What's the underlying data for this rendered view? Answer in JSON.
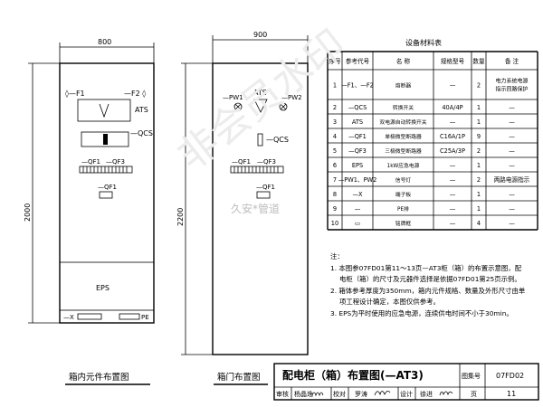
{
  "front": {
    "width_label": "800",
    "height_label": "2000",
    "f1": "◊—F1",
    "f2": "—F2 ◊",
    "ats": "ATS",
    "qcs": "—QCS",
    "qf1": "—QF1",
    "qf3": "—QF3",
    "qf1b": "—QF1",
    "eps": "EPS",
    "x": "—X",
    "pe": "PE",
    "caption": "箱内元件布置图"
  },
  "door": {
    "width_label": "900",
    "height_label": "2200",
    "pw1": "—PW1",
    "pw2": "—PW2",
    "ats": "ATS",
    "qcs": "—QCS",
    "qf1": "—QF1",
    "qf3": "—QF3",
    "qf1b": "—QF1",
    "caption": "箱门布置图"
  },
  "table": {
    "title": "设备材料表",
    "headers": [
      "序号",
      "参考代号",
      "名   称",
      "规格型号",
      "数量",
      "备   注"
    ],
    "rows": [
      [
        "1",
        "—F1、—F2",
        "熔断器",
        "—",
        "2",
        "电力系统电源|指示回路保护"
      ],
      [
        "2",
        "—QCS",
        "转换开关",
        "40A/4P",
        "1",
        "—"
      ],
      [
        "3",
        "ATS",
        "双电源自动转换开关",
        "—",
        "1",
        "—"
      ],
      [
        "4",
        "—QF1",
        "单极微型断路器",
        "C16A/1P",
        "9",
        "—"
      ],
      [
        "5",
        "—QF3",
        "三极微型断路器",
        "C25A/3P",
        "2",
        "—"
      ],
      [
        "6",
        "EPS",
        "1kW应急电源",
        "—",
        "1",
        "—"
      ],
      [
        "7",
        "—PW1、PW2",
        "信号灯",
        "—",
        "2",
        "两路电源指示"
      ],
      [
        "8",
        "—X",
        "端子板",
        "—",
        "1",
        "—"
      ],
      [
        "9",
        "—",
        "PE排",
        "—",
        "1",
        "—"
      ],
      [
        "10",
        "▭",
        "铭牌框",
        "—",
        "4",
        "—"
      ]
    ]
  },
  "notes": {
    "heading": "注：",
    "n1a": "1. 本图参07FD01第11～13页—AT3柜（箱）的布置示意图，配",
    "n1b": "电柜（箱）的尺寸及元器件选择是依据07FD01第25页示例。",
    "n2a": "2. 箱体参考厚度为350mm，箱内元件规格、数量及外形尺寸由单",
    "n2b": "项工程设计确定，本图仅供参考。",
    "n3": "3. EPS为平时使用的应急电源，连续供电时间不小于30min。"
  },
  "titleblock": {
    "title": "配电柜（箱）布置图(—AT3)",
    "atlas_label": "图集号",
    "atlas_no": "07FD02",
    "review": "审核",
    "reviewer": "杨晶逸",
    "check": "校对",
    "checker": "罗涛",
    "design": "设计",
    "designer": "徐进",
    "page_label": "页",
    "page_no": "11"
  },
  "watermark": {
    "text1": "久安*管道",
    "text2": "非会员水印"
  }
}
